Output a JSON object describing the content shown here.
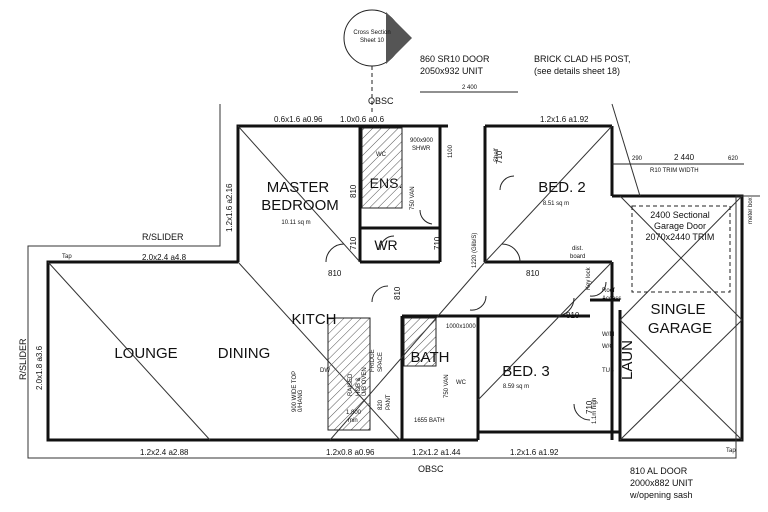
{
  "rooms": {
    "master": "MASTER",
    "master2": "BEDROOM",
    "master_area": "10.11 sq m",
    "ens": "ENS.",
    "wr": "WR",
    "bed2": "BED. 2",
    "bed2_area": "8.51 sq m",
    "bed3": "BED. 3",
    "bed3_area": "8.59 sq m",
    "kitch": "KITCH",
    "lounge": "LOUNGE",
    "dining": "DINING",
    "bath": "BATH",
    "laun": "LAUN",
    "single": "SINGLE",
    "garage": "GARAGE"
  },
  "notes": {
    "cross1": "Cross Section",
    "cross2": "Sheet 10",
    "door1": "860 SR10 DOOR",
    "door2": "2050x932 UNIT",
    "post1": "BRICK CLAD H5 POST,",
    "post2": "(see details sheet 18)",
    "obsc_top": "OBSC",
    "obsc_bottom": "OBSC",
    "gdoor1": "2400 Sectional",
    "gdoor2": "Garage Door",
    "gdoor3": "2070x2440 TRIM",
    "trim_w": "R10 TRIM WIDTH",
    "al1": "810 AL DOOR",
    "al2": "2000x882 UNIT",
    "al3": "w/opening sash",
    "rslider_top": "R/SLIDER",
    "rslider_side": "R/SLIDER",
    "tap_top": "Tap",
    "tap_bottom": "Tap",
    "roof1": "Roof",
    "roof2": "Access",
    "keylock": "Key lock",
    "dist1": "dist.",
    "dist2": "board",
    "meter": "meter box",
    "hob1": "RAISED",
    "hob2": "HOB &",
    "hob3": "U/B OVEN",
    "fridge1": "FRIDGE",
    "fridge2": "SPACE",
    "wide1": "900 WIDE TOP",
    "wide2": "0/HANG",
    "dw": "DW",
    "pant": "820",
    "pant2": "PANT",
    "min1": "1,800",
    "min2": "min",
    "bath_len": "1655 BATH",
    "shwr": "SHWR",
    "shwr_size": "900x900",
    "shwr2_size": "1000x1000",
    "van": "750 VAN",
    "van2": "750 VAN",
    "wc": "WC",
    "wc2": "WC",
    "glib": "1220 (Glib/S)",
    "shelf": "Shelf",
    "shelf_lm": "1.1m high",
    "wm": "W/M",
    "tub": "TUB",
    "wc3": "W/C",
    "sens": "1100"
  },
  "dims": {
    "d_2400": "2 400",
    "d_2440": "2 440",
    "d_290": "290",
    "d_620": "620",
    "w_mb1": "0.6x1.6 a0.96",
    "w_mb2": "1.0x0.6 a0.6",
    "w_b2": "1.2x1.6 a1.92",
    "w_mb3": "1.2x1.6 a2.16",
    "w_r": "2.0x2.4 a4.8",
    "w_l": "2.0x1.8 a3.6",
    "w_b1": "1.2x2.4 a2.88",
    "w_b2b": "1.2x0.8 a0.96",
    "w_b3": "1.2x1.2 a1.44",
    "w_b4": "1.2x1.6 a1.92",
    "door810": "810",
    "door710": "710",
    "door110": "1100"
  }
}
